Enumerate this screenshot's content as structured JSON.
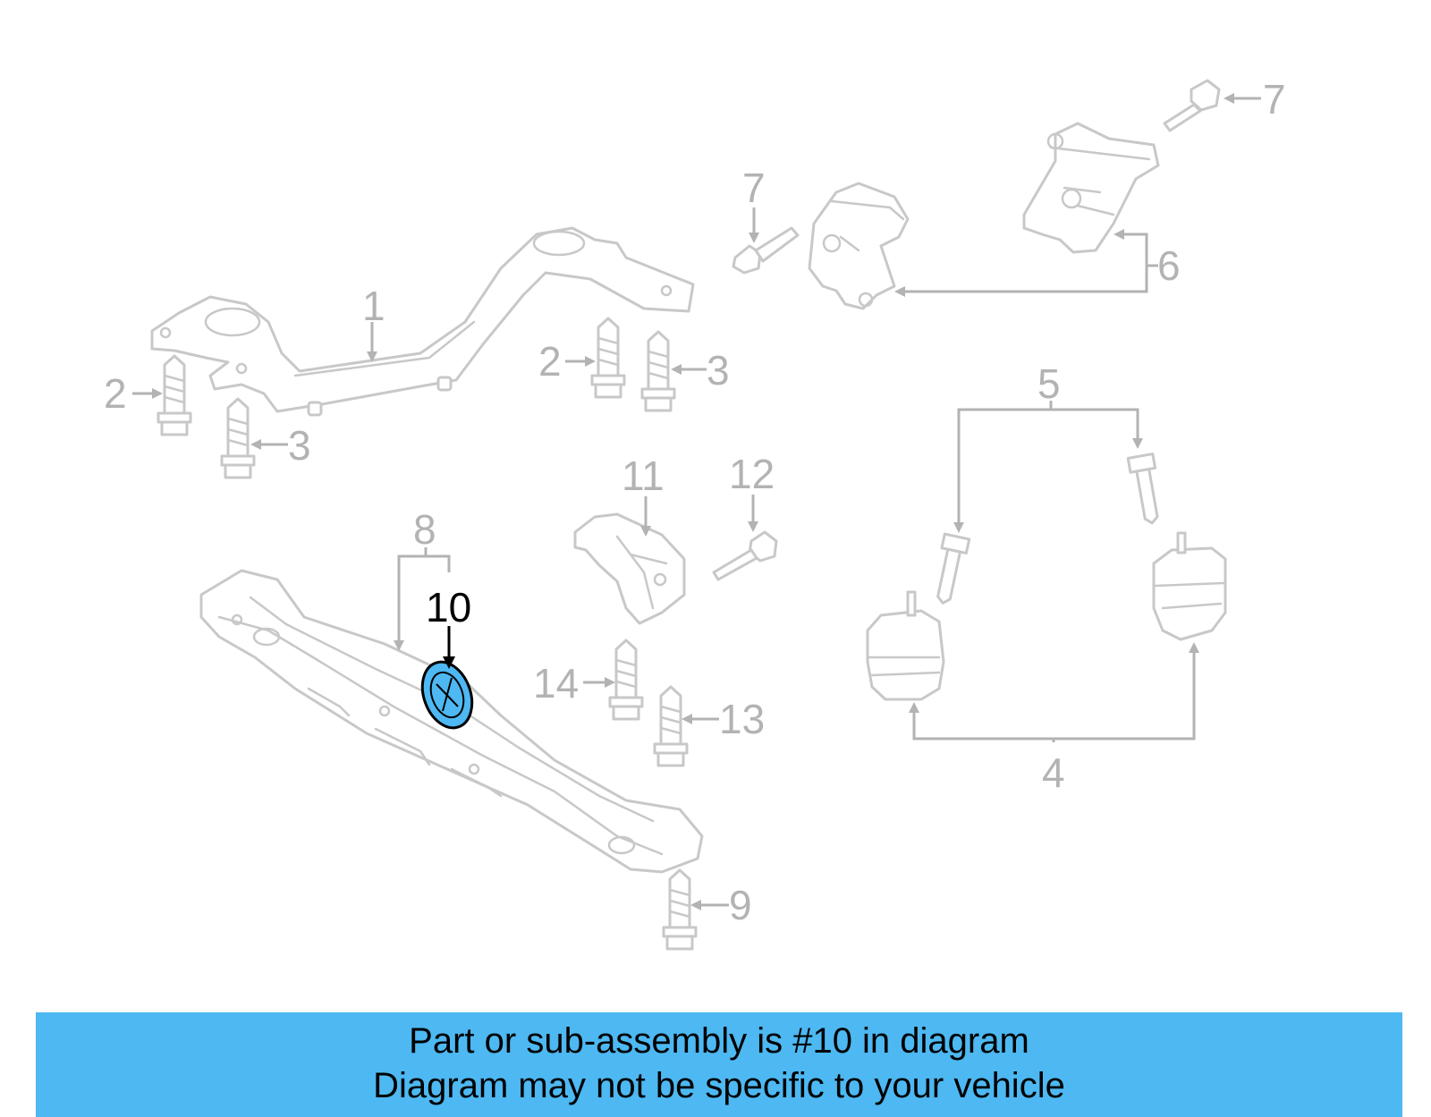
{
  "callouts": {
    "c1": "1",
    "c2a": "2",
    "c2b": "2",
    "c3a": "3",
    "c3b": "3",
    "c4": "4",
    "c5": "5",
    "c6": "6",
    "c7a": "7",
    "c7b": "7",
    "c8": "8",
    "c9": "9",
    "c10": "10",
    "c11": "11",
    "c12": "12",
    "c13": "13",
    "c14": "14"
  },
  "highlight": {
    "part": "10",
    "color": "#4db8f2"
  },
  "banner": {
    "line1": "Part or sub-assembly is #10 in diagram",
    "line2": "Diagram may not be specific to your vehicle"
  }
}
